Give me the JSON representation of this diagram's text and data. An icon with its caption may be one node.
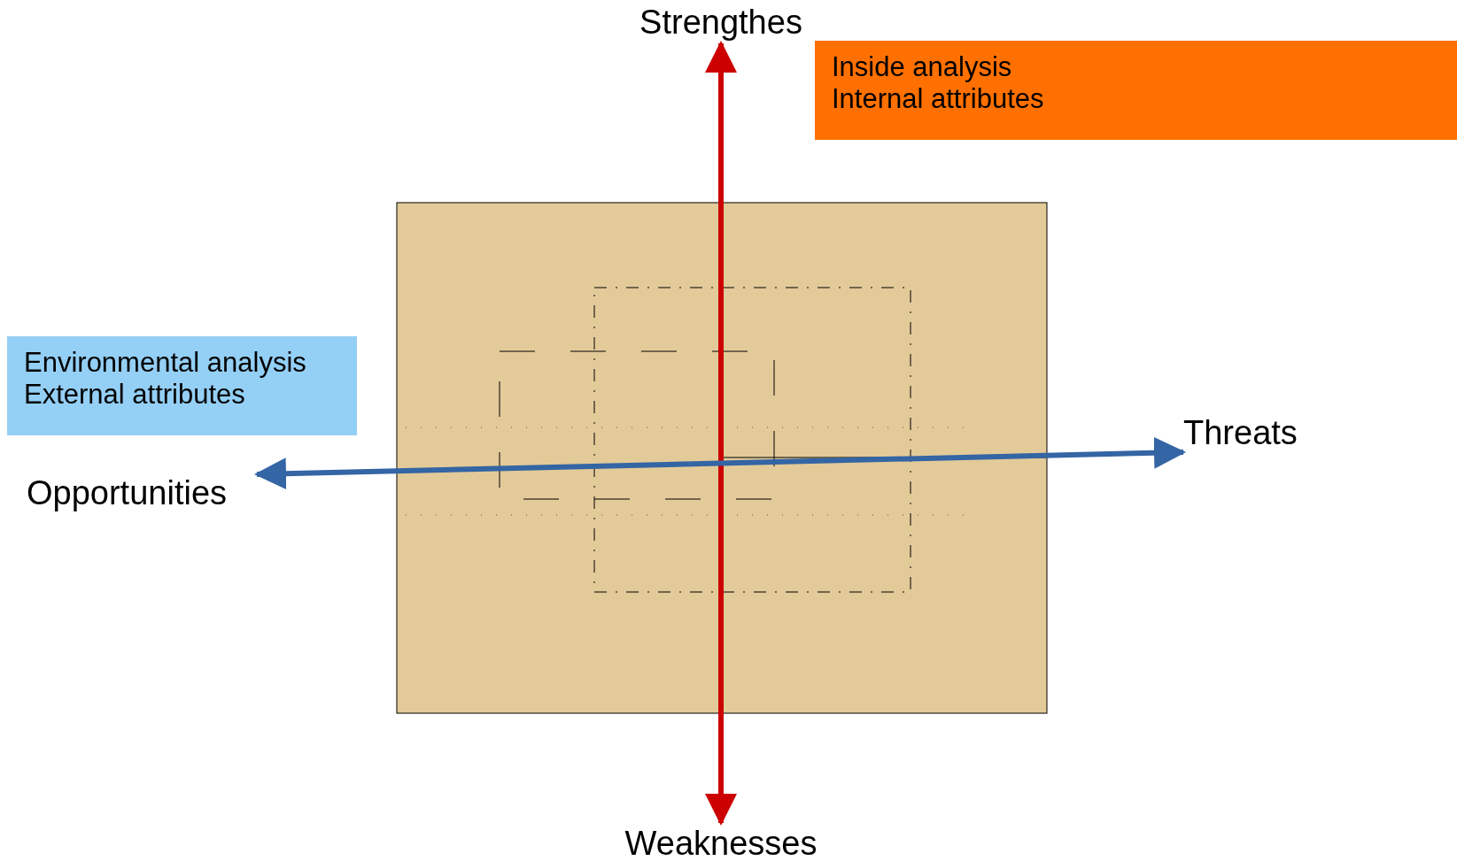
{
  "diagram": {
    "nodes": [
      {
        "text": [
          "Strengthes"
        ]
      },
      {
        "text": [
          "Weaknesses"
        ]
      },
      {
        "text": [
          "Opportunities"
        ]
      },
      {
        "text": [
          "Threats"
        ]
      },
      {
        "text": [
          "Inside analysis",
          "Internal attributes"
        ]
      },
      {
        "text": [
          "Environmental analysis",
          "External attributes"
        ]
      }
    ],
    "edges": [
      {
        "from": 0,
        "to": 1,
        "arrow": "both",
        "color": "#cc0000"
      },
      {
        "from": 2,
        "to": 3,
        "arrow": "both",
        "color": "#3465a4"
      }
    ]
  }
}
